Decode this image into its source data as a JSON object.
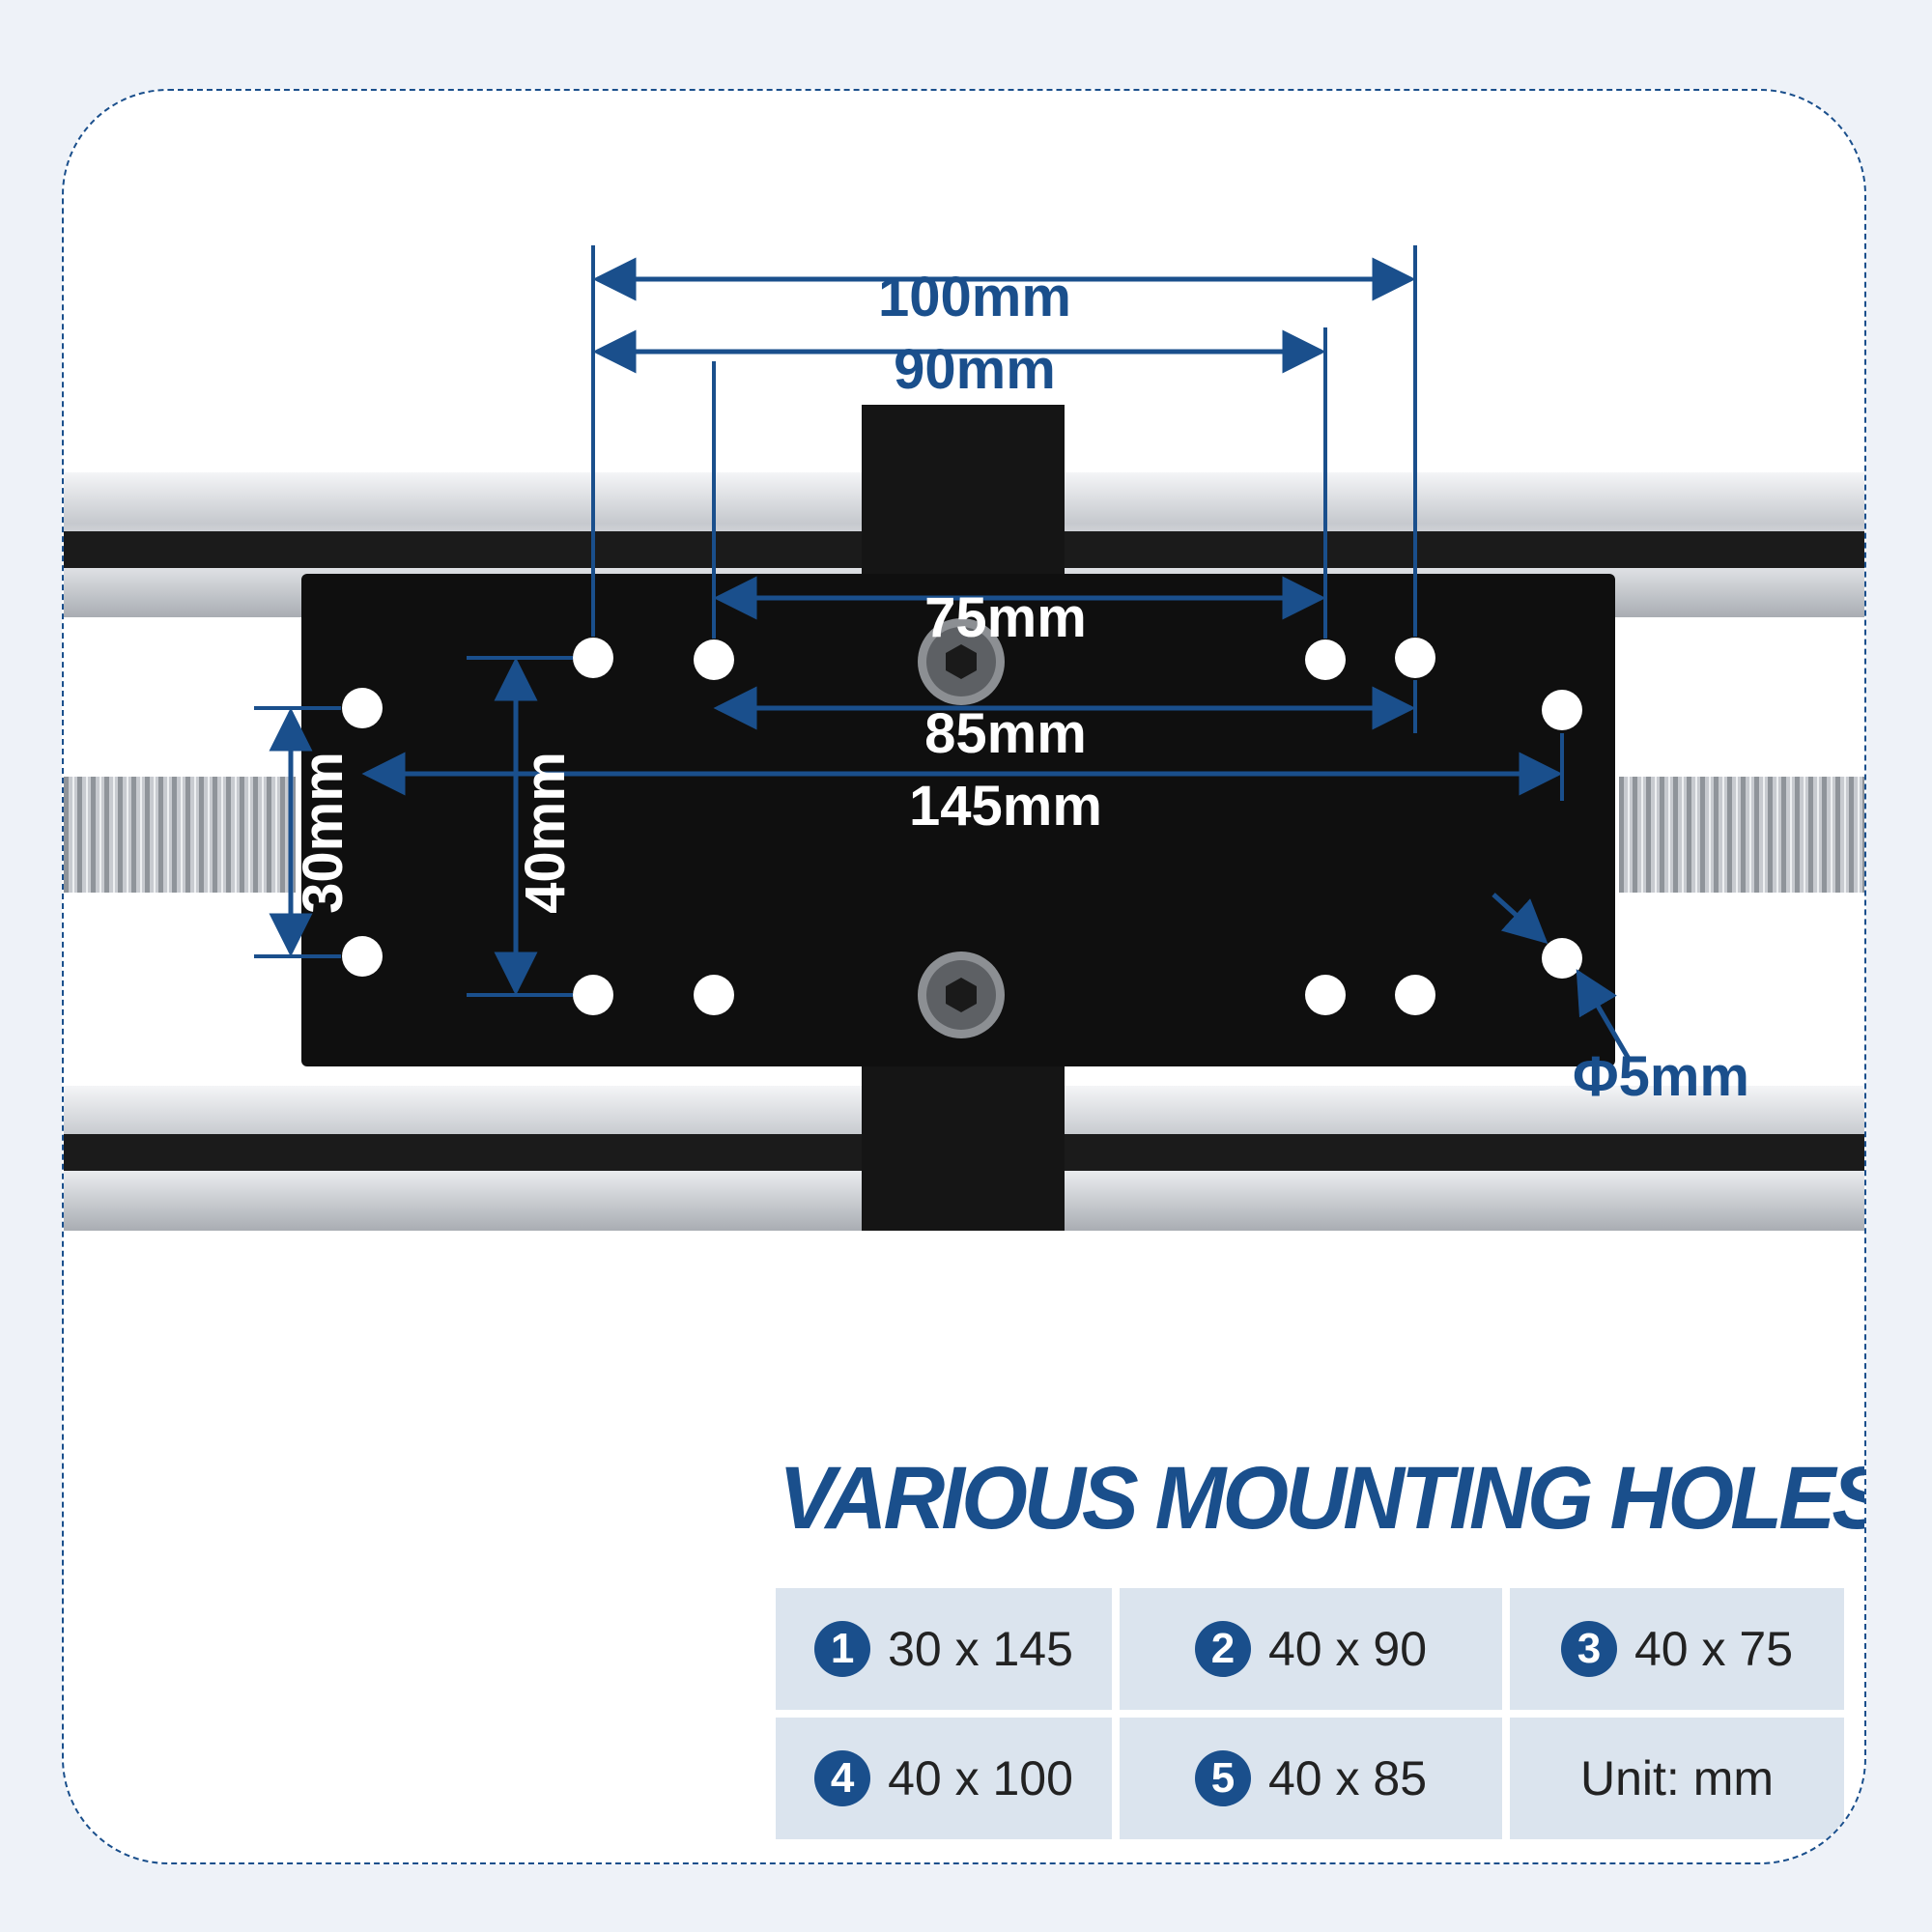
{
  "dimensions": {
    "d100": "100mm",
    "d90": "90mm",
    "d75": "75mm",
    "d85": "85mm",
    "d145": "145mm",
    "d30": "30mm",
    "d40": "40mm",
    "dia": "Φ5mm"
  },
  "headline": "VARIOUS MOUNTING HOLES",
  "specs": [
    {
      "num": "1",
      "value": "30 x 145"
    },
    {
      "num": "2",
      "value": "40 x 90"
    },
    {
      "num": "3",
      "value": "40 x 75"
    },
    {
      "num": "4",
      "value": "40 x 100"
    },
    {
      "num": "5",
      "value": "40 x 85"
    }
  ],
  "unit_note": "Unit: mm",
  "colors": {
    "accent": "#1a4f8c",
    "plate": "#111111",
    "table_bg": "#dbe4ee",
    "rail": "#c9ccd1"
  },
  "icons": {
    "screw": "hex-socket-screw-icon"
  }
}
